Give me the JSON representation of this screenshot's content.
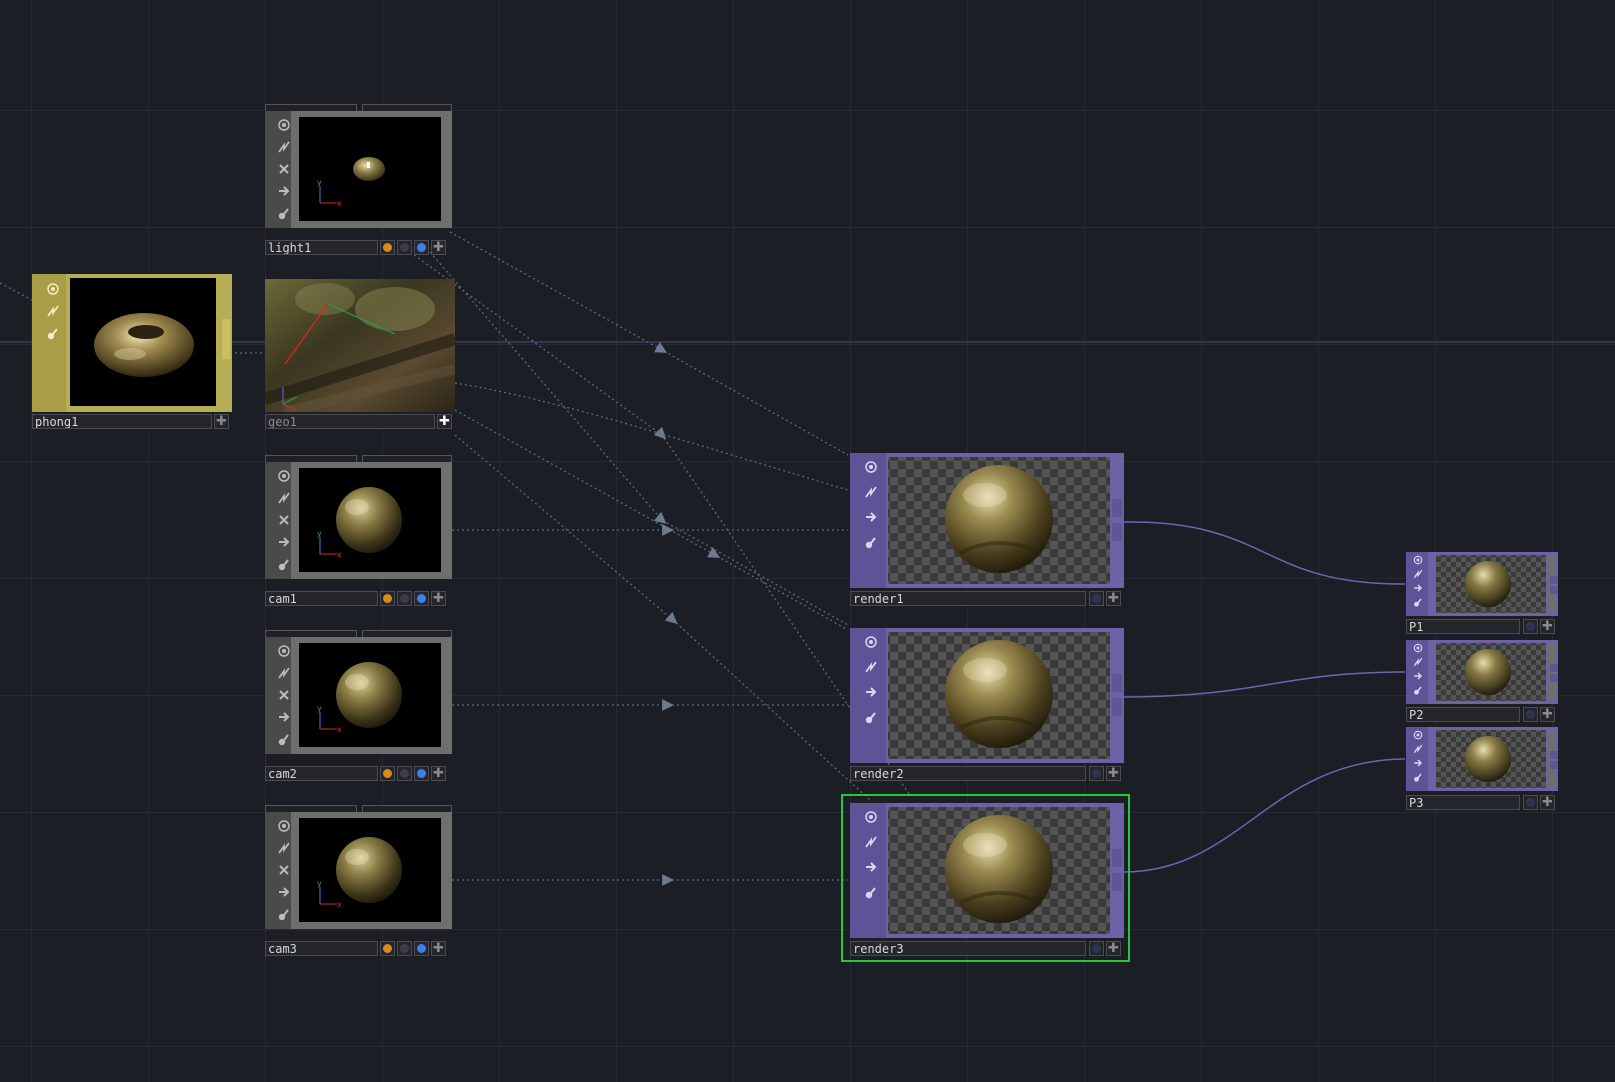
{
  "nodes": {
    "light1": {
      "label": "light1"
    },
    "phong1": {
      "label": "phong1"
    },
    "geo1": {
      "label": "geo1"
    },
    "cam1": {
      "label": "cam1"
    },
    "cam2": {
      "label": "cam2"
    },
    "cam3": {
      "label": "cam3"
    },
    "render1": {
      "label": "render1"
    },
    "render2": {
      "label": "render2"
    },
    "render3": {
      "label": "render3",
      "selected": true
    },
    "P1": {
      "label": "P1"
    },
    "P2": {
      "label": "P2"
    },
    "P3": {
      "label": "P3"
    }
  },
  "colors": {
    "background": "#1b1e24",
    "comp_frame": "#6e6e6e",
    "mat_frame": "#b6ad55",
    "top_frame": "#6d62a6",
    "selection": "#22c93a",
    "wire_dotted": "#5c6a7e",
    "wire_top": "#6f64b4",
    "flag_orange": "#d98a1a",
    "flag_blue": "#3f7fe6",
    "flag_dim": "#3a3d4a"
  },
  "icons": {
    "viewer": "viewer-icon",
    "bypass": "bypass-icon",
    "delete": "delete-icon",
    "clone": "clone-icon",
    "lock": "lock-icon",
    "add": "add-icon"
  }
}
